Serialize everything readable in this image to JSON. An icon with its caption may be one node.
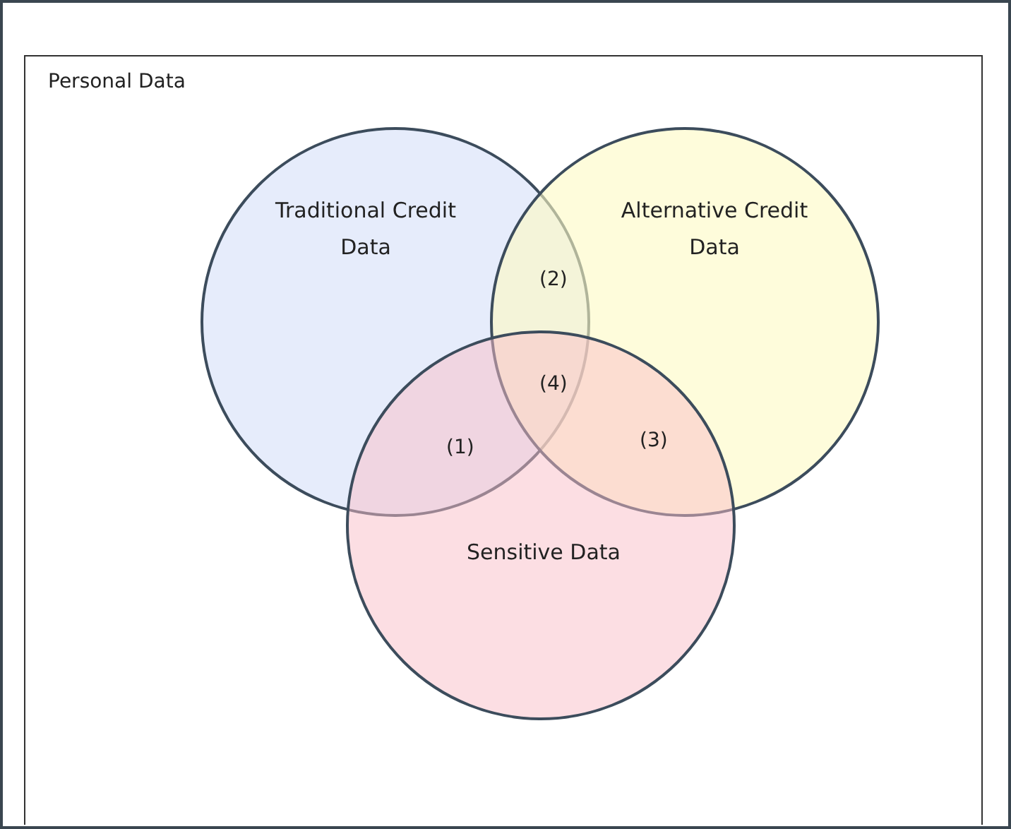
{
  "diagram": {
    "nodes": [
      {
        "text": [
          "Personal Data"
        ]
      },
      {
        "text": [
          "Traditional Credit Data"
        ],
        "in": 0
      },
      {
        "text": [
          "Alternative Credit Data"
        ],
        "in": 0
      },
      {
        "text": [
          "Sensitive Data"
        ],
        "in": 0
      }
    ],
    "labels": [
      "(2)",
      "(4)",
      "(1)",
      "(3)"
    ]
  }
}
